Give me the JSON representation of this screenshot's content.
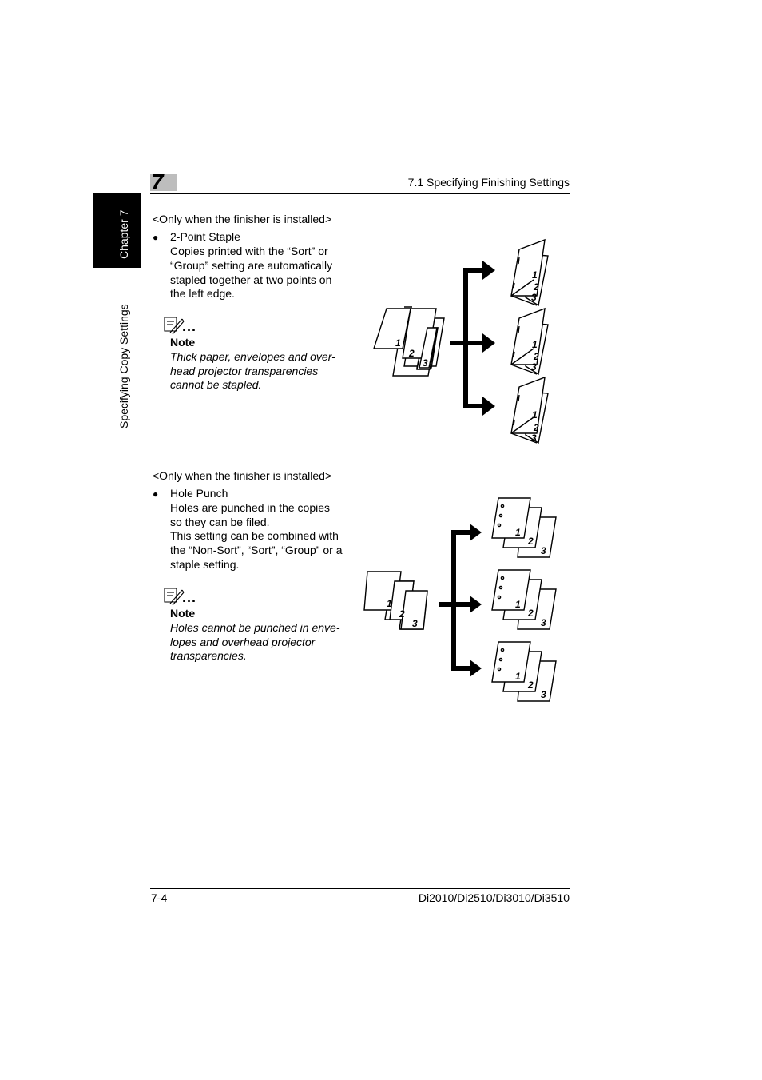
{
  "header": {
    "chapter_number": "7",
    "section_title": "7.1 Specifying Finishing Settings"
  },
  "side_tab": {
    "chapter_label": "Chapter 7",
    "section_label": "Specifying Copy Settings"
  },
  "sections": [
    {
      "condition": "<Only when the finisher is installed>",
      "bullet": "●",
      "item_title": "2-Point Staple",
      "description_lines": [
        "Copies printed with the “Sort” or",
        "“Group” setting are automatically",
        "stapled together at two points on",
        "the left edge."
      ],
      "note_icon": "pencil-note-icon",
      "note_dots": "...",
      "note_label": "Note",
      "note_lines": [
        "Thick paper, envelopes and over-",
        "head projector transparencies",
        "cannot be stapled."
      ],
      "figure_numbers": [
        "1",
        "2",
        "3"
      ]
    },
    {
      "condition": "<Only when the finisher is installed>",
      "bullet": "●",
      "item_title": "Hole Punch",
      "description_lines": [
        "Holes are punched in the copies",
        "so they can be filed.",
        "This setting can be combined with",
        "the “Non-Sort”, “Sort”, “Group” or a",
        "staple setting."
      ],
      "note_icon": "pencil-note-icon",
      "note_dots": "...",
      "note_label": "Note",
      "note_lines": [
        "Holes cannot be punched in enve-",
        "lopes and overhead projector",
        "transparencies."
      ],
      "figure_numbers": [
        "1",
        "2",
        "3"
      ]
    }
  ],
  "footer": {
    "page_number": "7-4",
    "model_names": "Di2010/Di2510/Di3010/Di3510"
  }
}
